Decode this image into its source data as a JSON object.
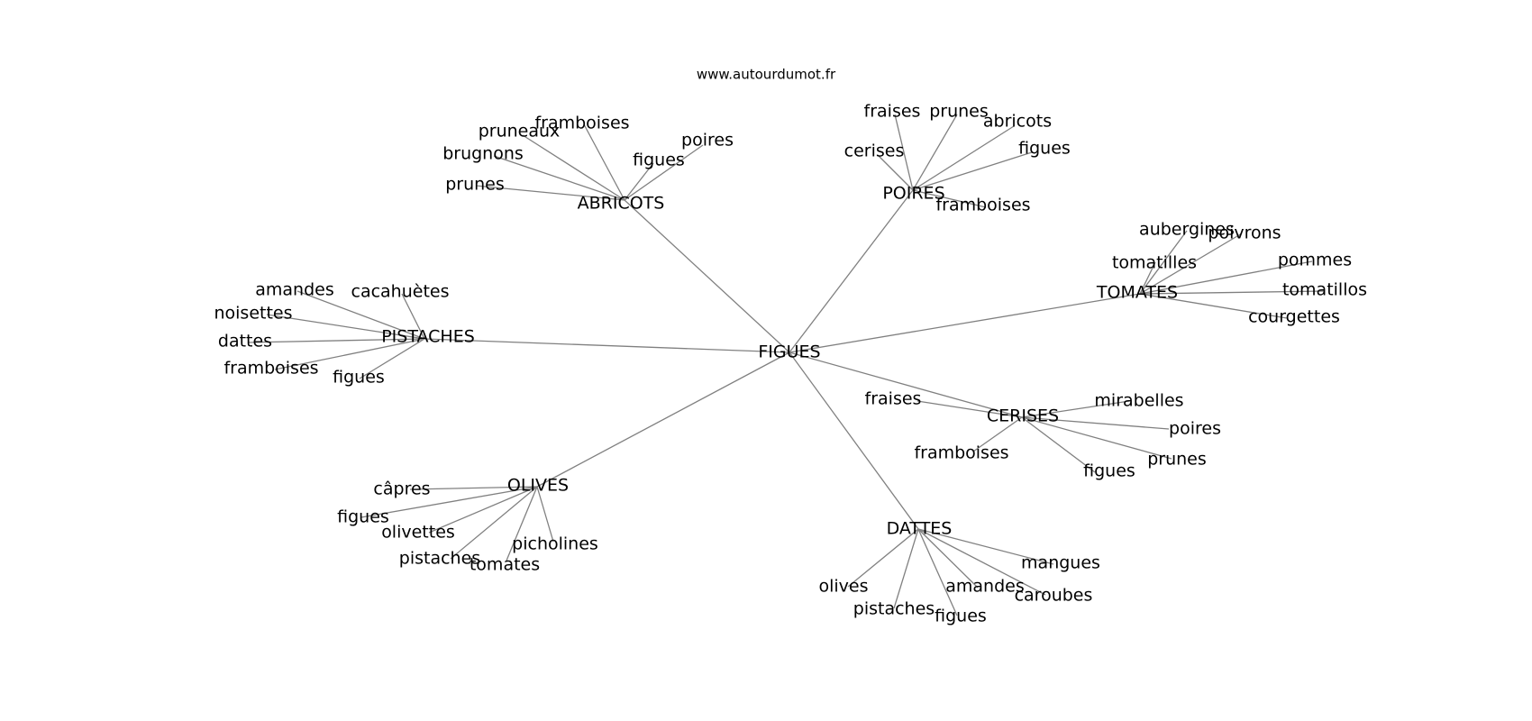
{
  "site": "www.autourdumot.fr",
  "center": "FIGUES",
  "hubs": [
    {
      "label": "ABRICOTS",
      "leaves": [
        "prunes",
        "brugnons",
        "pruneaux",
        "framboises",
        "figues",
        "poires"
      ]
    },
    {
      "label": "POIRES",
      "leaves": [
        "cerises",
        "fraises",
        "prunes",
        "abricots",
        "figues",
        "framboises"
      ]
    },
    {
      "label": "TOMATES",
      "leaves": [
        "aubergines",
        "poivrons",
        "tomatilles",
        "pommes",
        "tomatillos",
        "courgettes"
      ]
    },
    {
      "label": "PISTACHES",
      "leaves": [
        "amandes",
        "cacahuètes",
        "noisettes",
        "dattes",
        "framboises",
        "figues"
      ]
    },
    {
      "label": "CERISES",
      "leaves": [
        "fraises",
        "mirabelles",
        "poires",
        "prunes",
        "figues",
        "framboises"
      ]
    },
    {
      "label": "OLIVES",
      "leaves": [
        "câpres",
        "figues",
        "olivettes",
        "pistaches",
        "tomates",
        "picholines"
      ]
    },
    {
      "label": "DATTES",
      "leaves": [
        "olives",
        "pistaches",
        "figues",
        "amandes",
        "caroubes",
        "mangues"
      ]
    }
  ]
}
